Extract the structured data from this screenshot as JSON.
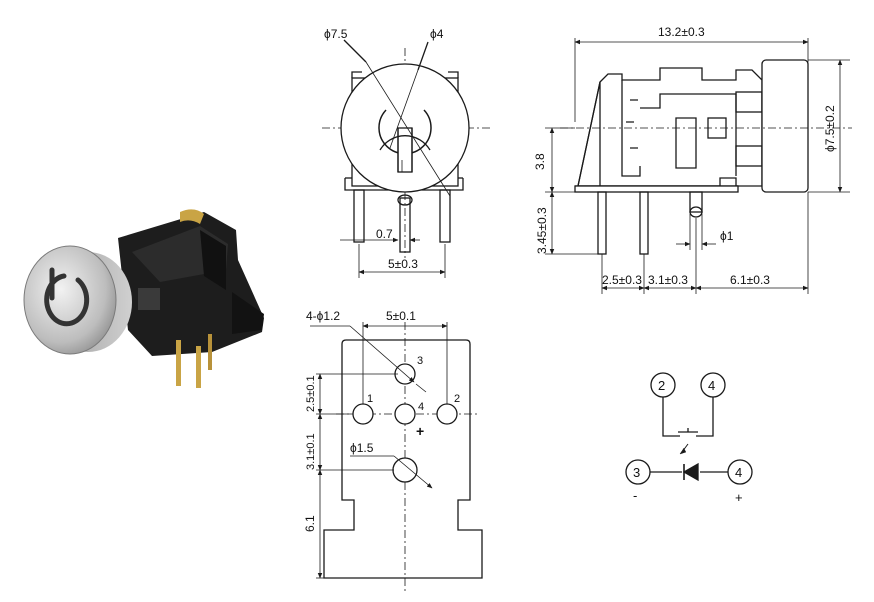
{
  "colors": {
    "line": "#1a1a1a",
    "body": "#f5f5f5",
    "photo_body": "#1c1c1c",
    "cap_light": "#dcdcdc",
    "cap_dark": "#8c8c8c",
    "pins": "#c9a445"
  },
  "top_view": {
    "dia_outer": "ϕ7.5",
    "dia_inner": "ϕ4",
    "pin_width": "0.7",
    "pin_pitch": "5±0.3"
  },
  "side_view": {
    "length": "13.2±0.3",
    "cap_dia": "ϕ7.5±0.2",
    "height": "3.8",
    "pin_len": "3.45±0.3",
    "pin_dia": "ϕ1",
    "pitch_a": "2.5±0.3",
    "pitch_b": "3.1±0.3",
    "offset_c": "6.1±0.3"
  },
  "footprint": {
    "hole_spec": "4-ϕ1.2",
    "hole_span": "5±0.1",
    "dim_v1": "2.5±0.1",
    "dim_v2": "3.1±0.1",
    "big_hole": "ϕ1.5",
    "dim_v3": "6.1",
    "pin_labels": [
      "1",
      "2",
      "3",
      "4"
    ],
    "plus_mark": "+"
  },
  "schematic": {
    "node_a": "2",
    "node_b": "4",
    "node_c": "3",
    "node_d": "4",
    "minus": "-",
    "plus": "+"
  }
}
